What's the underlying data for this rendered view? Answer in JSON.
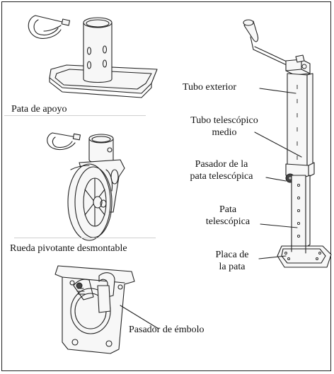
{
  "figure": {
    "left_parts": [
      {
        "id": "foot",
        "label": "Pata de apoyo"
      },
      {
        "id": "wheel",
        "label": "Rueda pivotante desmontable"
      },
      {
        "id": "pin",
        "label": "Pasador de émbolo"
      }
    ],
    "jack_callouts": [
      {
        "id": "outer_tube",
        "lines": [
          "Tubo exterior"
        ]
      },
      {
        "id": "middle_tube",
        "lines": [
          "Tubo telescópico",
          "medio"
        ]
      },
      {
        "id": "leg_pin",
        "lines": [
          "Pasador de la",
          "pata telescópica"
        ]
      },
      {
        "id": "leg",
        "lines": [
          "Pata",
          "telescópica"
        ]
      },
      {
        "id": "foot_plate",
        "lines": [
          "Placa de",
          "la pata"
        ]
      }
    ]
  },
  "colors": {
    "line": "#222222",
    "light_line": "#666666",
    "fill": "#f4f4f4",
    "dark_part": "#3a3a3a"
  }
}
